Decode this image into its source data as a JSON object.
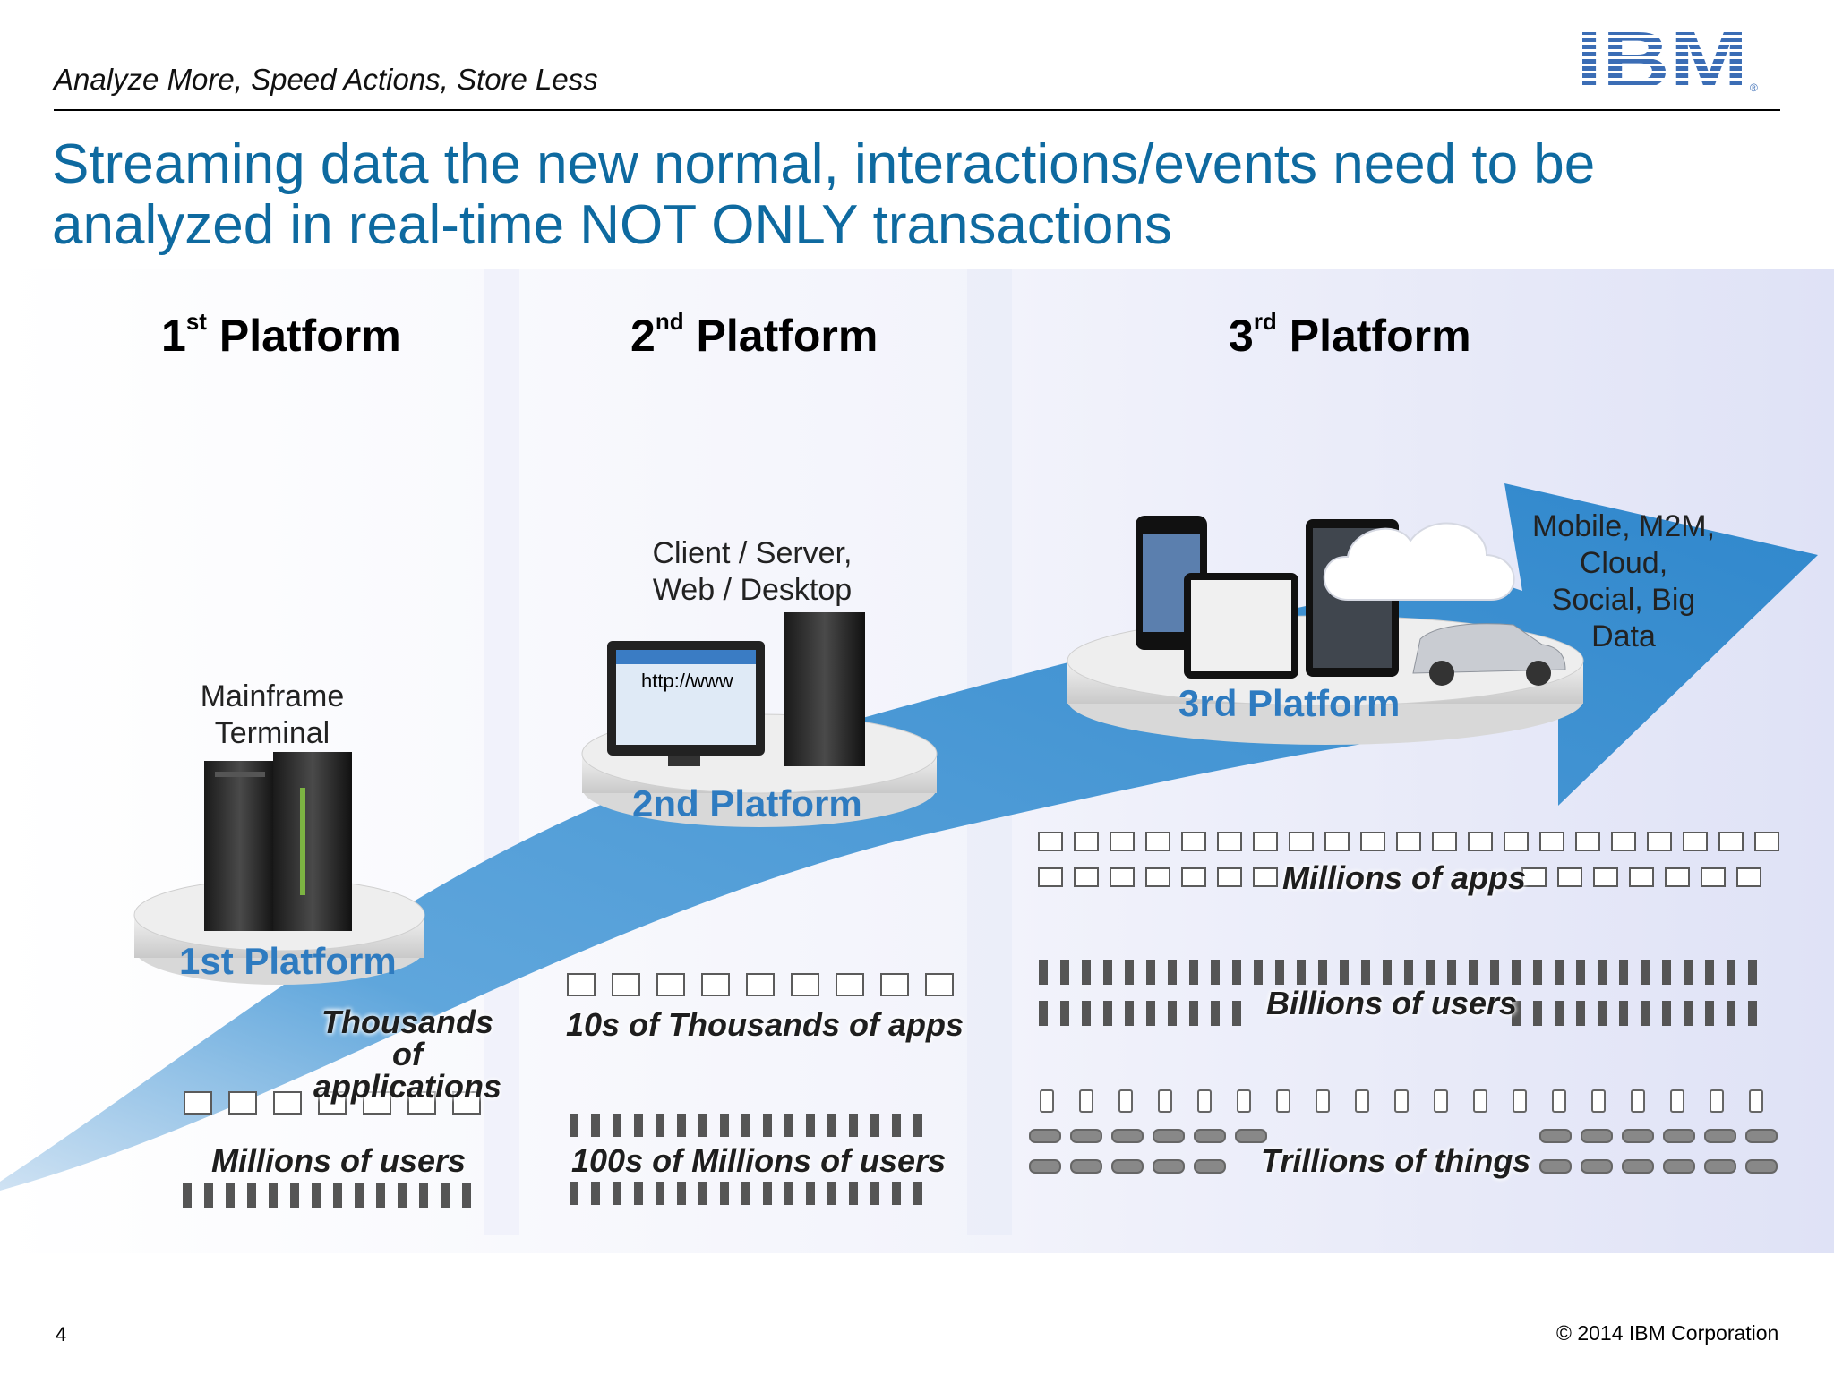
{
  "header": {
    "subtitle": "Analyze More, Speed Actions, Store Less",
    "logo_text": "IBM"
  },
  "slide": {
    "title": "Streaming data the new normal, interactions/events need to be analyzed in real-time NOT ONLY transactions"
  },
  "platforms": [
    {
      "number": "1",
      "suffix": "st",
      "heading_word": "Platform",
      "base_label": "1st Platform",
      "caption": "Mainframe Terminal",
      "apps_stat": "Thousands of applications",
      "users_stat": "Millions of users"
    },
    {
      "number": "2",
      "suffix": "nd",
      "heading_word": "Platform",
      "base_label": "2nd Platform",
      "caption": "Client / Server, Web / Desktop",
      "apps_stat": "10s of Thousands of apps",
      "users_stat": "100s of Millions of users",
      "screen_text": "http://www"
    },
    {
      "number": "3",
      "suffix": "rd",
      "heading_word": "Platform",
      "base_label": "3rd Platform",
      "caption": "Mobile, M2M, Cloud, Social, Big Data",
      "apps_stat": "Millions of apps",
      "users_stat": "Billions of users",
      "things_stat": "Trillions of things"
    }
  ],
  "footer": {
    "page_number": "4",
    "copyright": "© 2014 IBM Corporation"
  },
  "colors": {
    "title": "#0e6aa0",
    "arrow": "#3f93d4",
    "base_label": "#2e7bc0"
  },
  "icons": [
    "mainframe-icon",
    "desktop-computer-icon",
    "smartphone-icon",
    "tablet-icon",
    "cloud-icon",
    "car-icon",
    "app-window-icon",
    "person-icon"
  ]
}
